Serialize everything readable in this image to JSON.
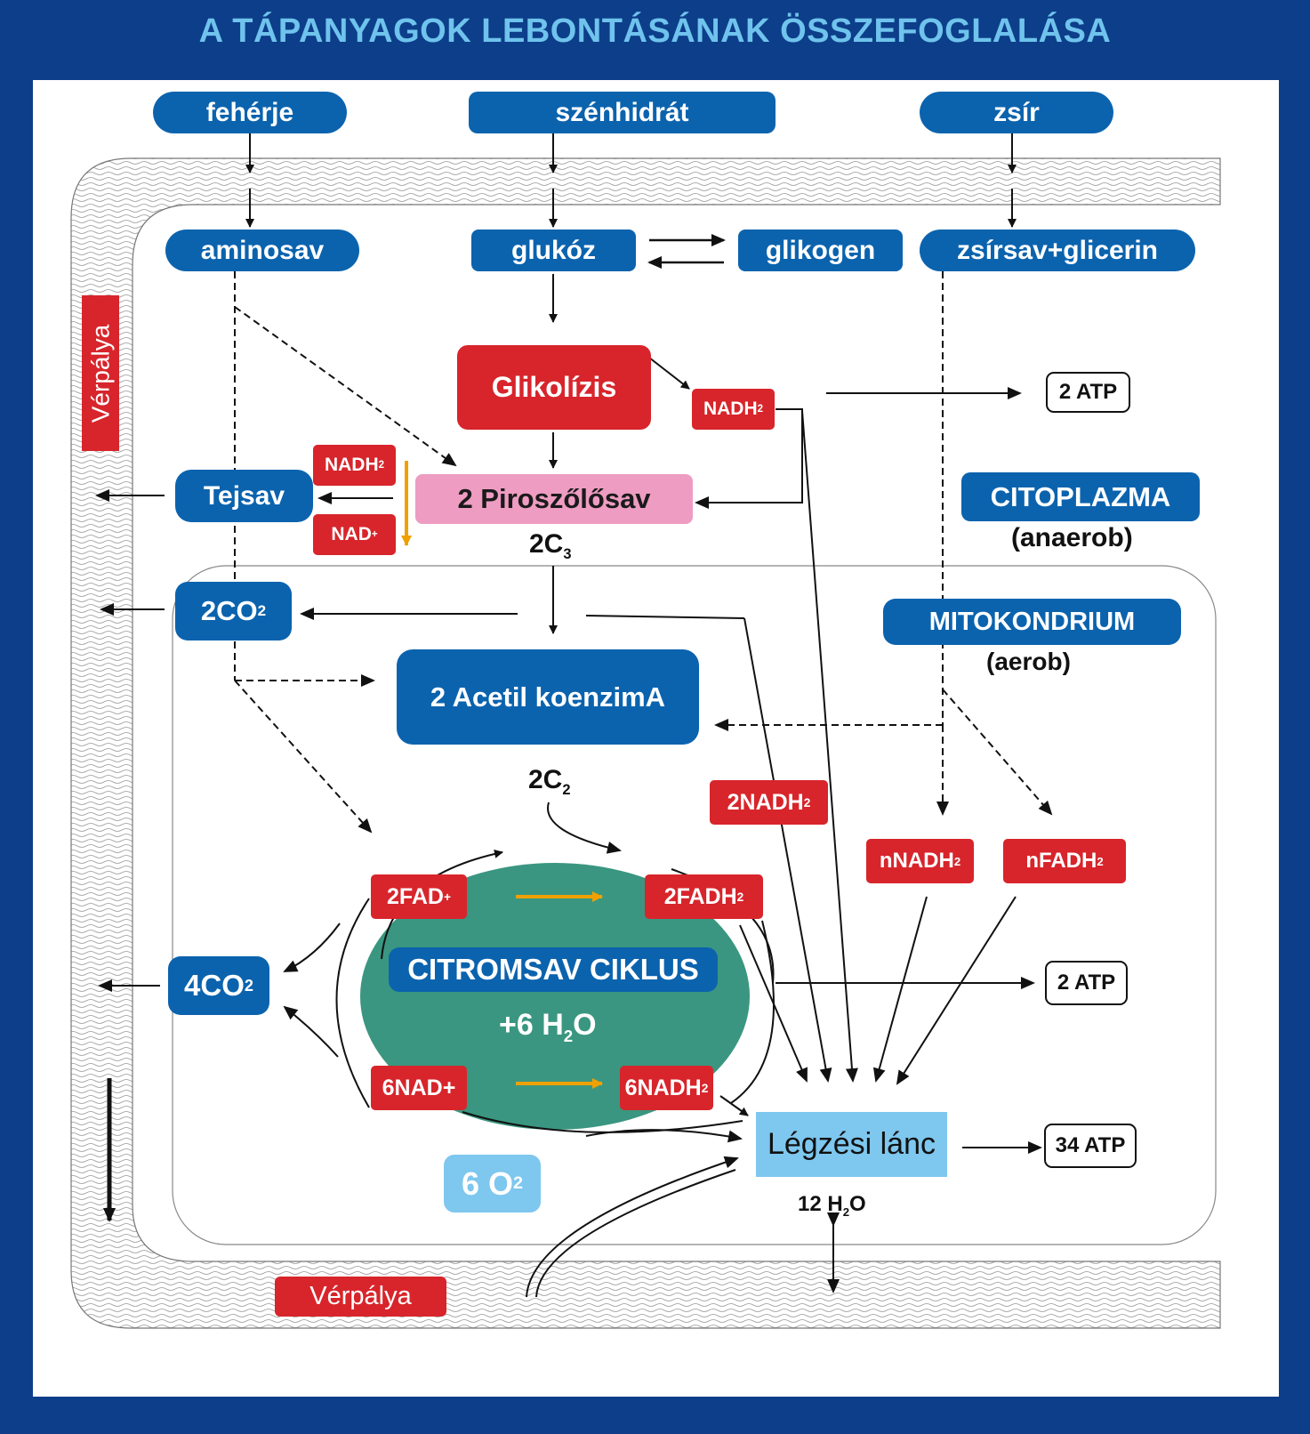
{
  "title": "A TÁPANYAGOK LEBONTÁSÁNAK ÖSSZEFOGLALÁSA",
  "nutrients": {
    "protein": "fehérje",
    "carbohydrate": "szénhidrát",
    "fat": "zsír"
  },
  "monomers": {
    "aminoacid": "aminosav",
    "glucose": "glukóz",
    "glycogen": "glikogen",
    "fattyacid": "zsírsav+glicerin"
  },
  "blood": {
    "side": "Vérpálya",
    "bottom": "Vérpálya"
  },
  "glycolysis": {
    "label": "Glikolízis",
    "nadh_base": "NADH",
    "nadh_sub": "2",
    "atp": "2 ATP"
  },
  "lactic": {
    "label": "Tejsav",
    "nadh_base": "NADH",
    "nadh_sub": "2",
    "nad_base": "NAD",
    "nad_sup": "+"
  },
  "pyruvate": {
    "label": "2 Piroszőlősav",
    "carbon_base": "2C",
    "carbon_sub": "3"
  },
  "compartments": {
    "cytoplasm": "CITOPLAZMA",
    "cytoplasm_note": "(anaerob)",
    "mitochondrion": "MITOKONDRIUM",
    "mitochondrion_note": "(aerob)"
  },
  "co2_first": {
    "base": "2CO",
    "sub": "2"
  },
  "acetyl": {
    "label": "2 Acetil koenzimA",
    "carbon_base": "2C",
    "carbon_sub": "2"
  },
  "nadh2x": {
    "base": "2NADH",
    "sub": "2"
  },
  "fat_products": {
    "nnadh_base": "nNADH",
    "nnadh_sub": "2",
    "nfadh_base": "nFADH",
    "nfadh_sub": "2"
  },
  "cycle": {
    "label": "CITROMSAV CIKLUS",
    "water_base": "+6 H",
    "water_sub": "2",
    "water_end": "O",
    "fad_base": "2FAD",
    "fad_sup": "+",
    "fadh_base": "2FADH",
    "fadh_sub": "2",
    "nad": "6NAD+",
    "nadh_base": "6NADH",
    "nadh_sub": "2",
    "co2_base": "4CO",
    "co2_sub": "2",
    "atp": "2 ATP"
  },
  "respiration": {
    "label": "Légzési lánc",
    "atp": "34 ATP",
    "water_base": "12 H",
    "water_sub": "2",
    "water_end": "O"
  },
  "oxygen": {
    "base": "6 O",
    "sub": "2"
  },
  "colors": {
    "frame": "#0d3e8a",
    "title": "#6fc3ec",
    "blue": "#0b63ae",
    "red": "#d7252b",
    "pink": "#ee9cc2",
    "cycle": "#3a9680",
    "orange": "#f0a000"
  }
}
